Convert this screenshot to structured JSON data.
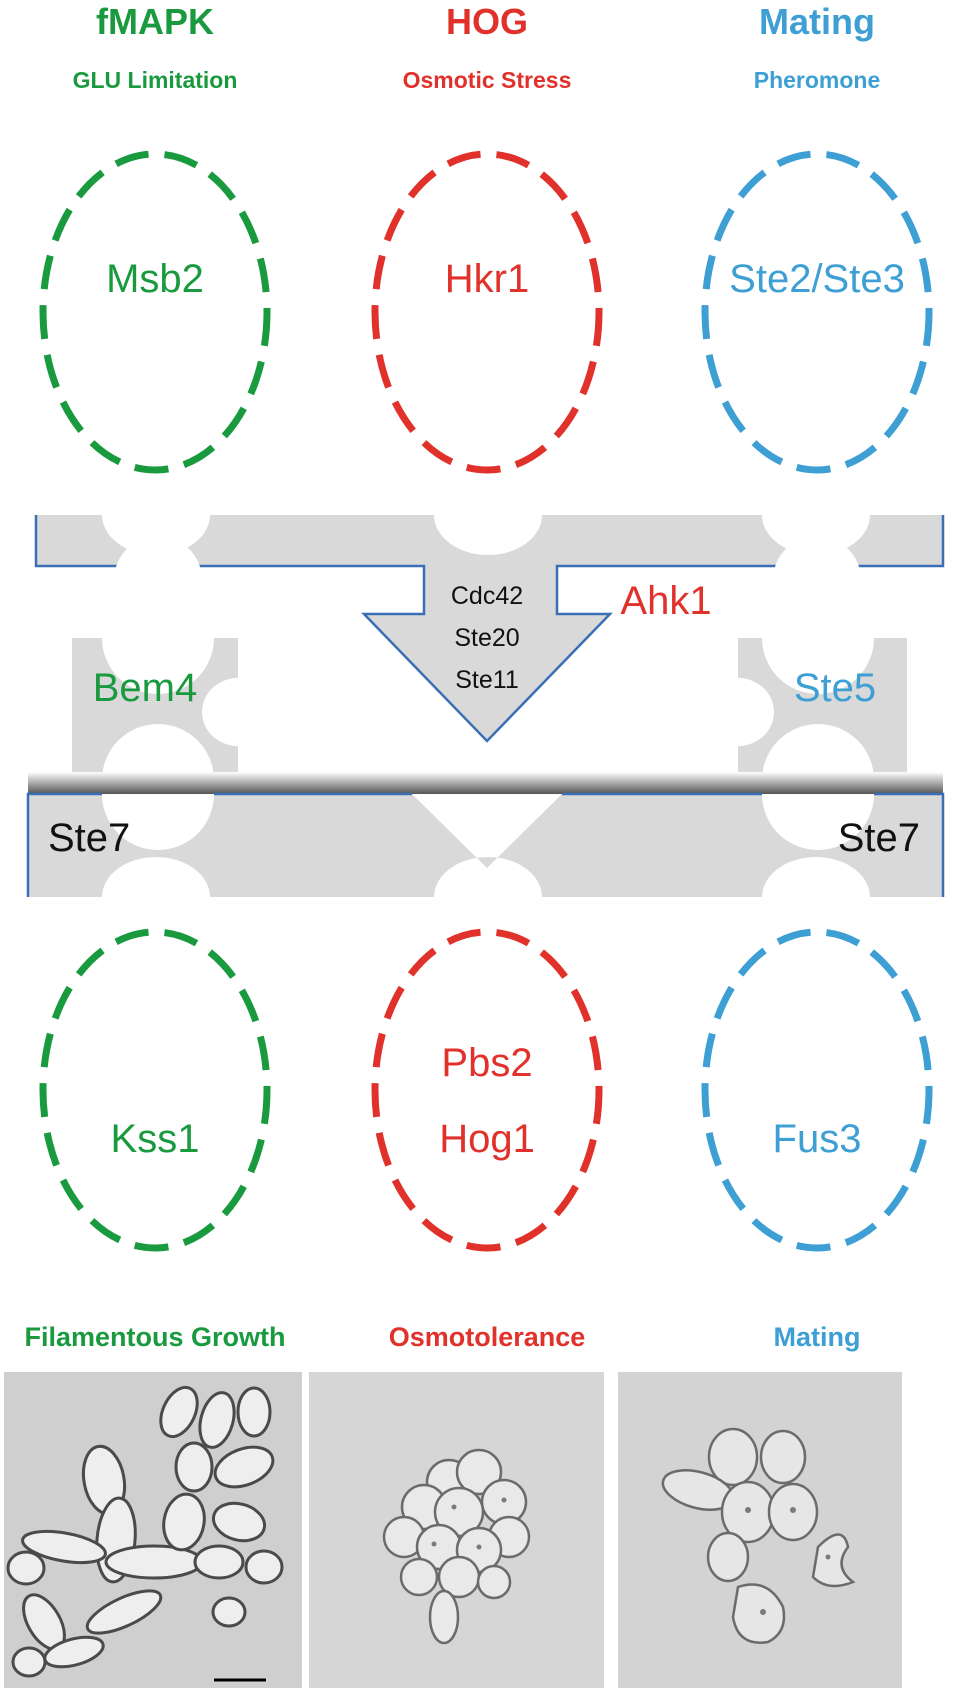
{
  "colors": {
    "fmapk": "#1a9a3e",
    "hog": "#e0312b",
    "mating": "#3d9fd3",
    "scaffold_fill": "#d9d9d9",
    "scaffold_edge": "#3a6fb5",
    "text_dark": "#111111"
  },
  "pathways": {
    "fmapk": {
      "title": "fMAPK",
      "stimulus": "GLU Limitation",
      "sensor": "Msb2",
      "kinase": "Kss1",
      "output": "Filamentous Growth"
    },
    "hog": {
      "title": "HOG",
      "stimulus": "Osmotic Stress",
      "sensor": "Hkr1",
      "mapkk": "Pbs2",
      "kinase": "Hog1",
      "output": "Osmotolerance"
    },
    "mating": {
      "title": "Mating",
      "stimulus": "Pheromone",
      "sensor": "Ste2/Ste3",
      "kinase": "Fus3",
      "output": "Mating"
    }
  },
  "shared": {
    "module": [
      "Cdc42",
      "Ste20",
      "Ste11"
    ],
    "ahk1": "Ahk1",
    "bem4": "Bem4",
    "ste5": "Ste5",
    "ste7_left": "Ste7",
    "ste7_right": "Ste7"
  },
  "photos": {
    "fmapk": "filamentous-cells-micrograph",
    "hog": "osmotolerant-cells-micrograph",
    "mating": "mating-cells-micrograph"
  }
}
